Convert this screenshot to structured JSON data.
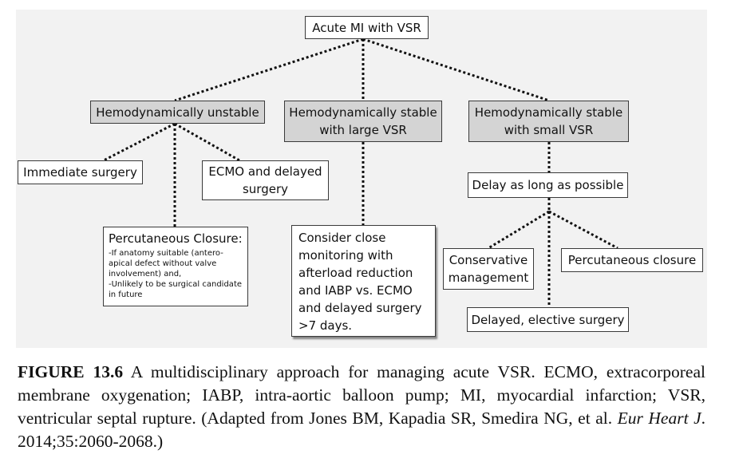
{
  "diagram": {
    "root": "Acute MI with VSR",
    "branches": {
      "unstable": "Hemodynamically unstable",
      "stable_large": "Hemodynamically stable\nwith large VSR",
      "stable_small": "Hemodynamically stable\nwith small VSR"
    },
    "unstable_children": {
      "immediate": "Immediate surgery",
      "ecmo": "ECMO and delayed\nsurgery",
      "percutaneous_title": "Percutaneous Closure:",
      "percutaneous_notes": "-If anatomy suitable (antero-\napical defect without valve\ninvolvement) and,\n-Unlikely to be surgical candidate\nin future"
    },
    "stable_large_child": "Consider close\nmonitoring with\nafterload reduction\nand IABP vs. ECMO\nand delayed surgery\n>7 days.",
    "stable_small_children": {
      "delay": "Delay as long as possible",
      "conservative": "Conservative\nmanagement",
      "percutaneous": "Percutaneous closure",
      "elective": "Delayed, elective surgery"
    }
  },
  "caption": {
    "label": "FIGURE 13.6",
    "text_1": " A multidisciplinary approach for managing acute VSR. ECMO, extracorporeal membrane oxygenation; IABP, intra-aortic balloon pump; MI, myocardial infarction; VSR, ventricular septal rupture. (Adapted from Jones BM, Kapadia SR, Smedira NG, et al. ",
    "journal": "Eur Heart J",
    "text_2": ". 2014;35:2060-2068.)"
  }
}
